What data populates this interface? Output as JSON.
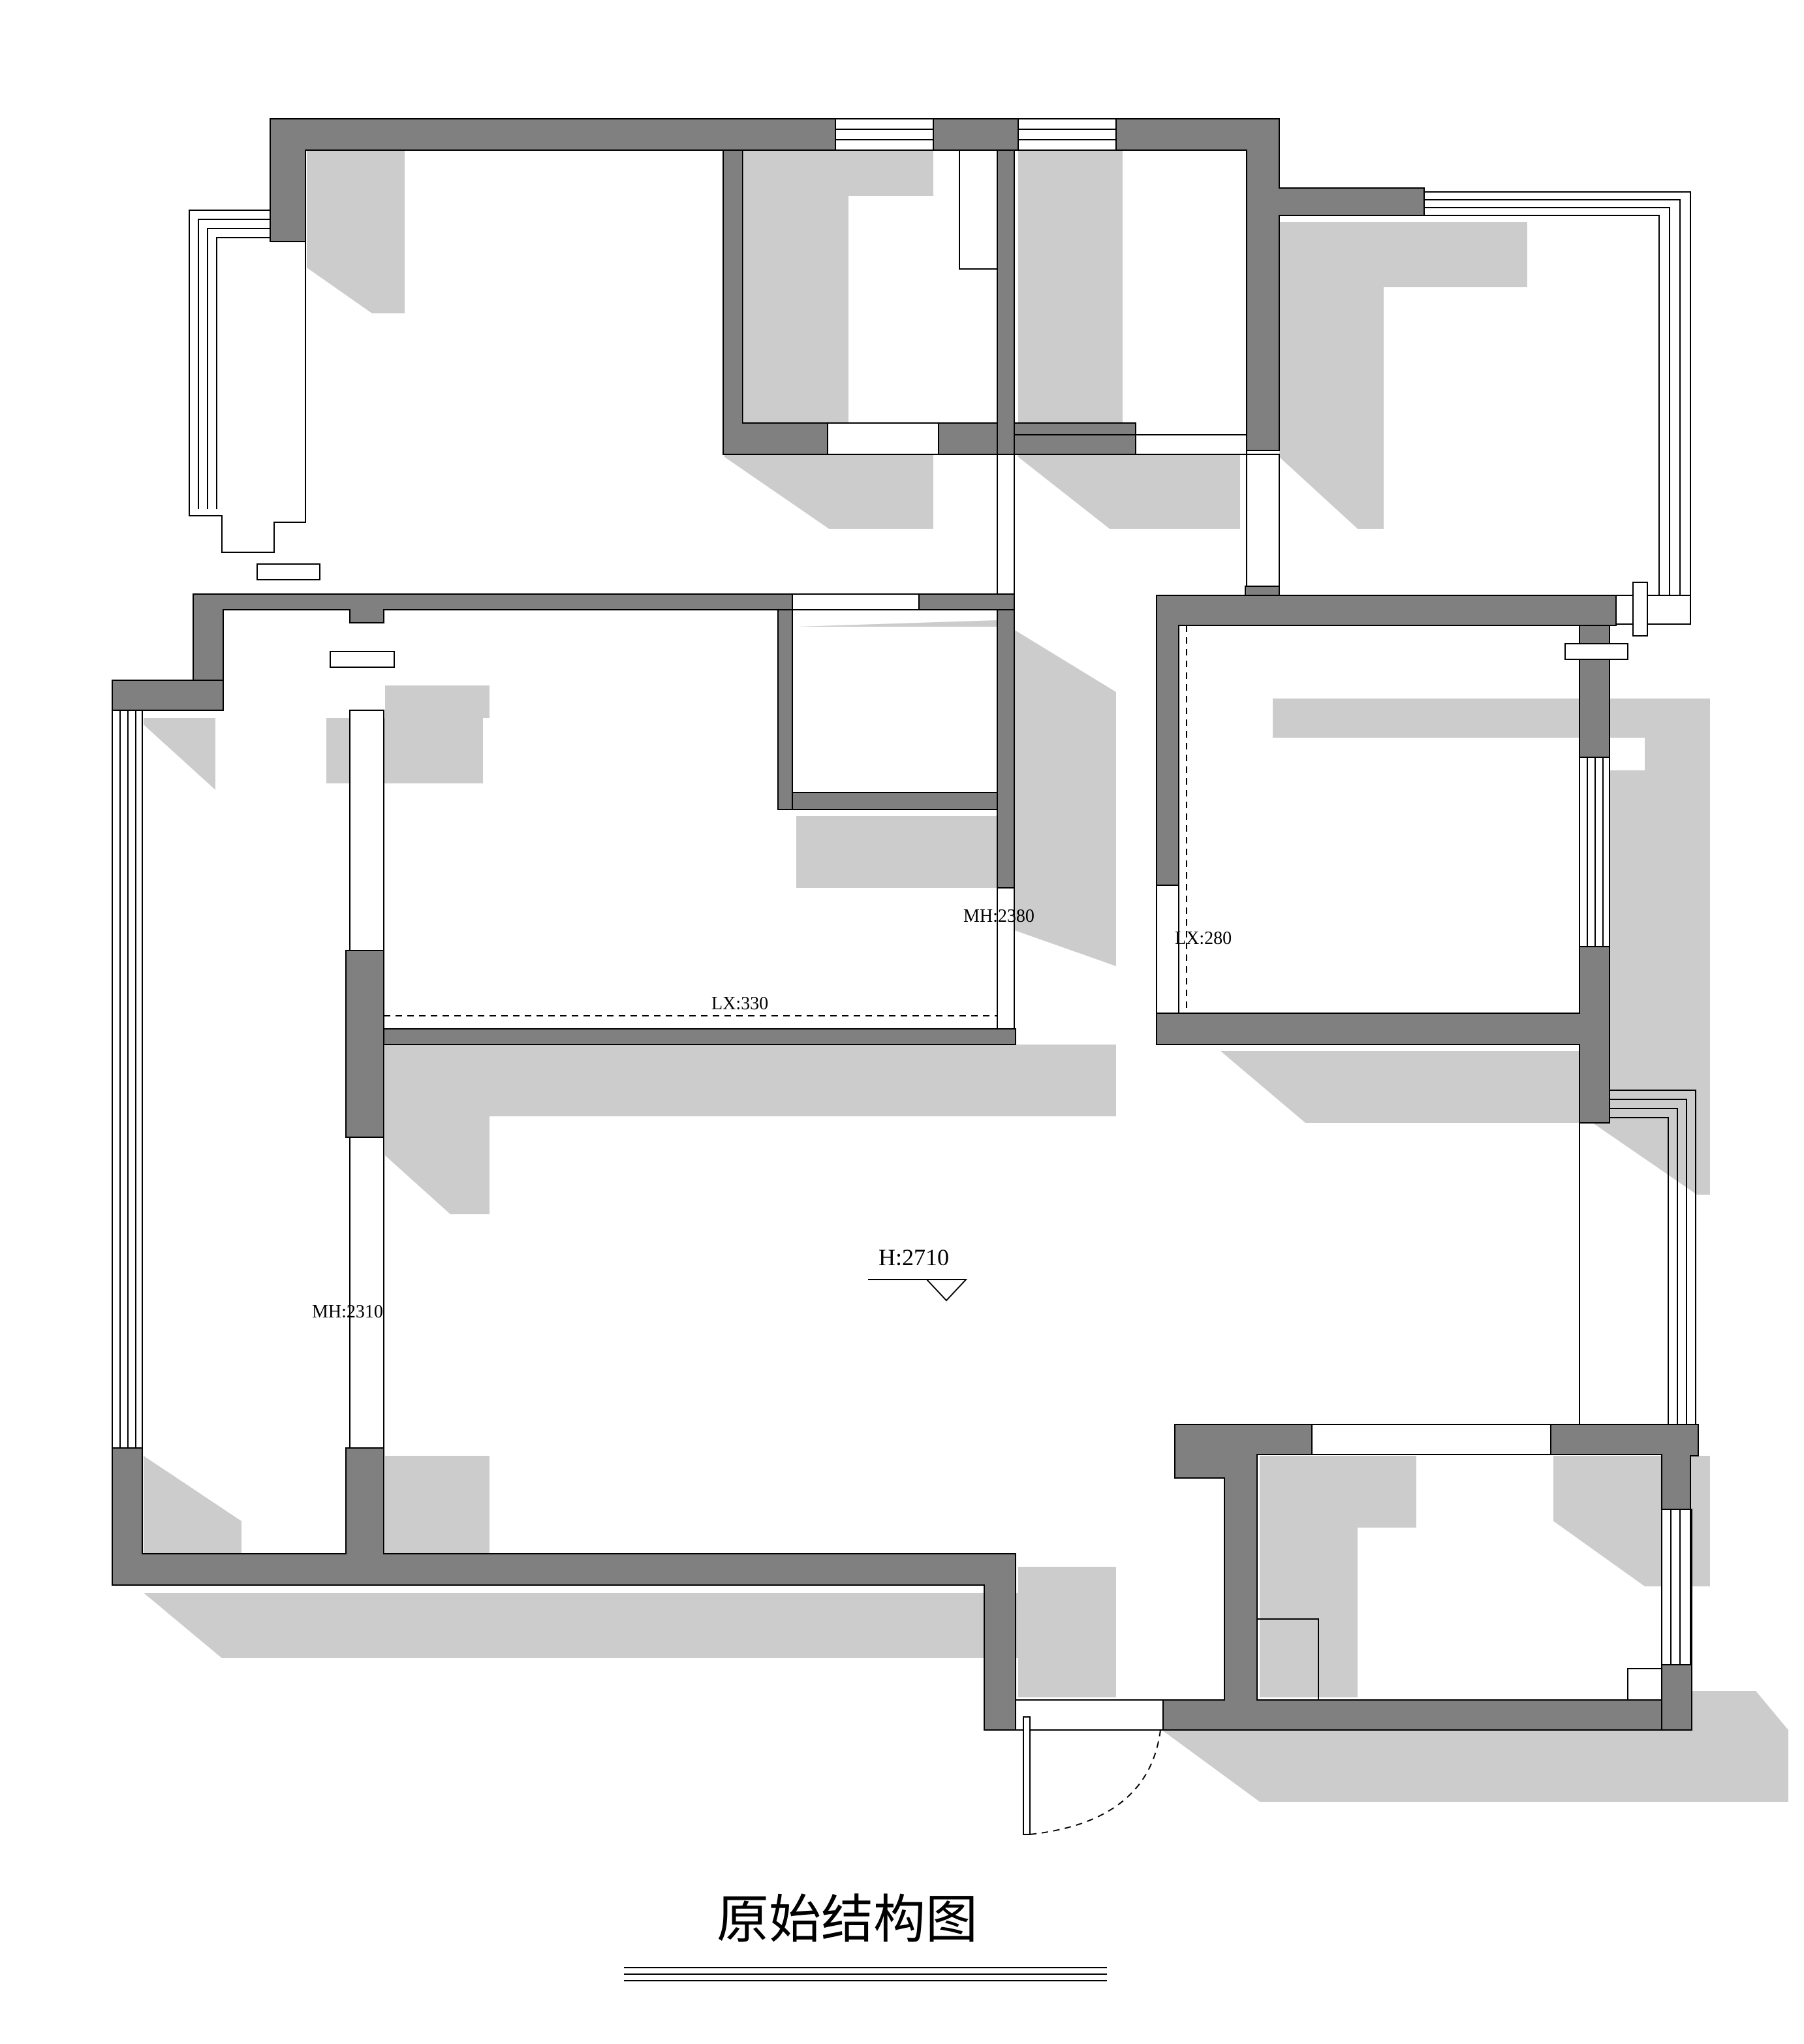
{
  "title": "原始结构图",
  "annotations": {
    "ceiling_height": "H:2710",
    "beam_left": "MH:2310",
    "beam_center": "MH:2380",
    "lx_left": "LX:330",
    "lx_right": "LX:280"
  },
  "colors": {
    "wall": "#808080",
    "shadow": "#cccccc",
    "line": "#000000",
    "background": "#ffffff"
  }
}
